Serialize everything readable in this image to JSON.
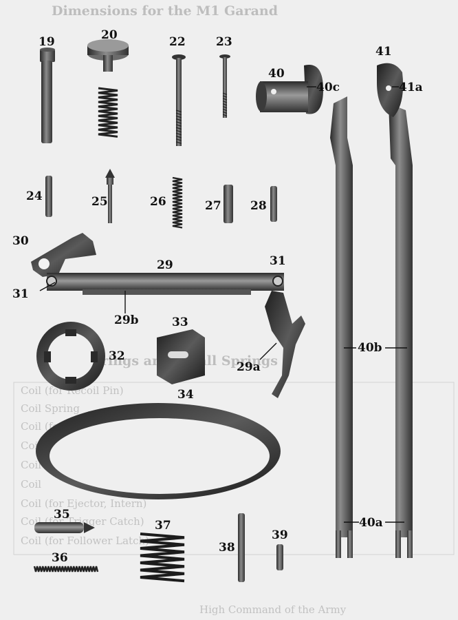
{
  "background_text": {
    "title_top": "Dimensions for the M1 Garand",
    "title_mid": "Springs and Small Springs",
    "footer": "High Command of the Army",
    "rows": [
      "Coil (for Recoil Pin)",
      "Coil Spring",
      "Coil (for Shoulder Stock)",
      "Coil (for Push Button)",
      "Coil (for Safety)",
      "Coil",
      "Coil (for Ejector, Intern)",
      "Coil (for Trigger Catch)",
      "Coil (for Follower Latch)"
    ]
  },
  "labels": {
    "p19": "19",
    "p20": "20",
    "p22": "22",
    "p23": "23",
    "p24": "24",
    "p25": "25",
    "p26": "26",
    "p27": "27",
    "p28": "28",
    "p29": "29",
    "p29a": "29a",
    "p29b": "29b",
    "p30": "30",
    "p31a": "31",
    "p31b": "31",
    "p32": "32",
    "p33": "33",
    "p34": "34",
    "p35": "35",
    "p36": "36",
    "p37": "37",
    "p38": "38",
    "p39": "39",
    "p40": "40",
    "p40a": "40a",
    "p40b": "40b",
    "p40c": "40c",
    "p41": "41",
    "p41a": "41a"
  }
}
